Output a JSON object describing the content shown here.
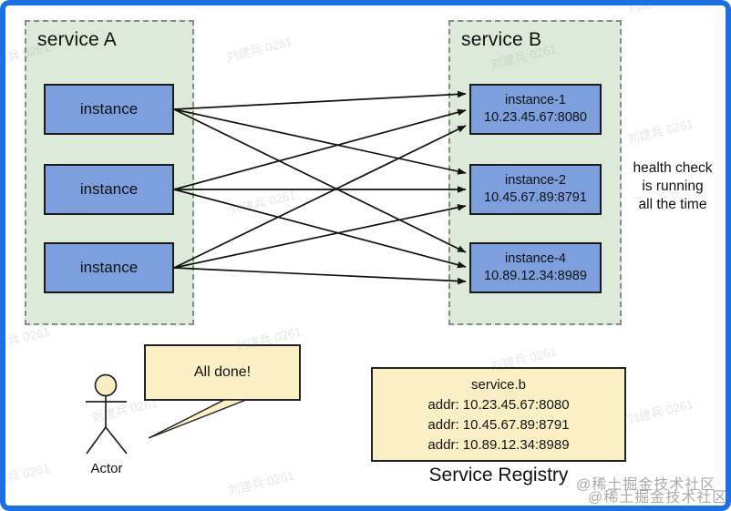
{
  "diagram": {
    "service_a": {
      "title": "service A",
      "instances": [
        {
          "label": "instance"
        },
        {
          "label": "instance"
        },
        {
          "label": "instance"
        }
      ]
    },
    "service_b": {
      "title": "service B",
      "instances": [
        {
          "name": "instance-1",
          "addr": "10.23.45.67:8080"
        },
        {
          "name": "instance-2",
          "addr": "10.45.67.89:8791"
        },
        {
          "name": "instance-4",
          "addr": "10.89.12.34:8989"
        }
      ]
    },
    "health_check_note": [
      "health check",
      "is running",
      "all the time"
    ],
    "actor": {
      "label": "Actor",
      "speech": "All done!"
    },
    "registry": {
      "title": "Service Registry",
      "service_name": "service.b",
      "addresses": [
        "addr: 10.23.45.67:8080",
        "addr: 10.45.67.89:8791",
        "addr: 10.89.12.34:8989"
      ]
    }
  },
  "watermarks": {
    "diagonal": "刘建兵 0261",
    "community": "@稀土掘金技术社区"
  },
  "colors": {
    "frame_border": "#1E6FE0",
    "service_box_fill": "#DEEAD9",
    "service_box_border": "#8A8A8A",
    "instance_fill": "#7D9FDE",
    "instance_border": "#1A1A1A",
    "note_fill": "#FBF0C5",
    "arrow": "#111111"
  }
}
